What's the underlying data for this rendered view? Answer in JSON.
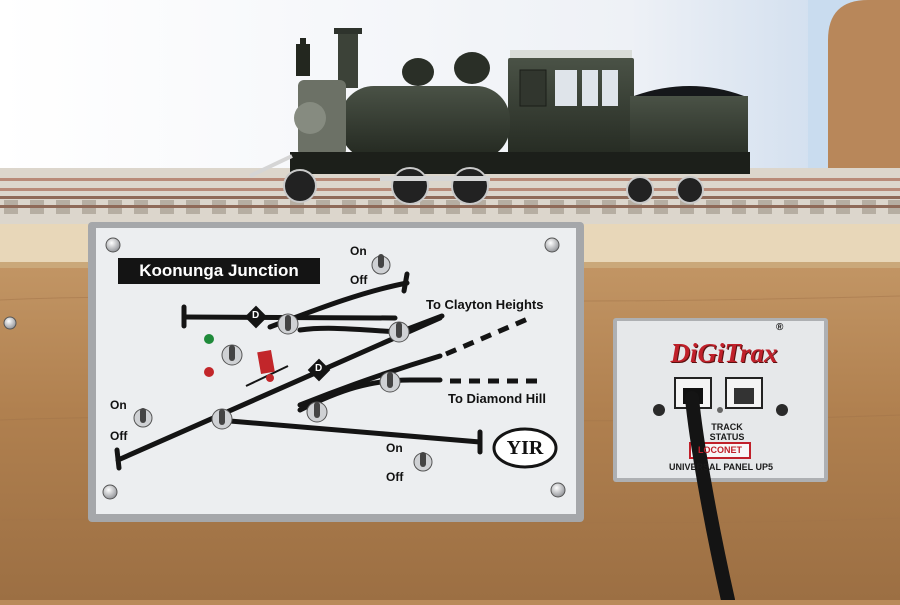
{
  "control_panel": {
    "title": "Koonunga Junction",
    "destination_1": "To Clayton Heights",
    "destination_2": "To Diamond Hill",
    "switch_labels": {
      "top_on": "On",
      "top_off": "Off",
      "left_on": "On",
      "left_off": "Off",
      "bottom_on": "On",
      "bottom_off": "Off"
    },
    "derail_marker": "D",
    "logo": "YIR"
  },
  "loconet_panel": {
    "brand": "DiGiTrax",
    "registered": "®",
    "track_status": "TRACK STATUS",
    "loconet": "LOCONET",
    "panel_name": "UNIVERSAL PANEL UP5"
  },
  "colors": {
    "wall": "#b98a5a",
    "sky": "#f4f6fa",
    "panel": "#eceef0",
    "track_line": "#141414",
    "digitrax_red": "#c0202a",
    "locomotive": "#2c3128"
  },
  "icons": [
    "toggle-switch-icon",
    "screw-icon",
    "rj12-socket-icon",
    "signal-lamp-icon",
    "locomotive-icon"
  ]
}
